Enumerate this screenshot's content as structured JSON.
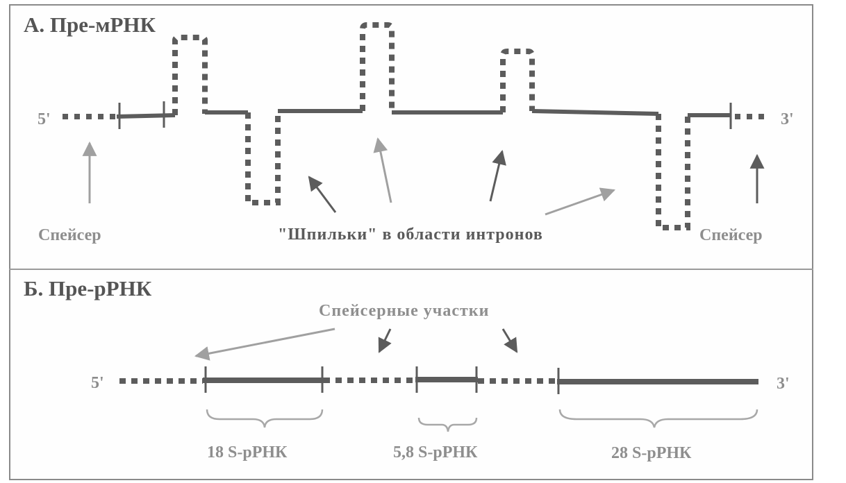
{
  "panel_a": {
    "title": "А. Пре-мРНК",
    "five_prime": "5'",
    "three_prime": "3'",
    "spacer_left": "Спейсер",
    "spacer_right": "Спейсер",
    "hairpins_caption": "\"Шпильки\" в области интронов"
  },
  "panel_b": {
    "title": "Б. Пре-рРНК",
    "five_prime": "5'",
    "three_prime": "3'",
    "spacer_regions": "Спейсерные участки",
    "segment_18s": "18 S-рРНК",
    "segment_58s": "5,8 S-рРНК",
    "segment_28s": "28 S-рРНК"
  },
  "colors": {
    "line": "#5c5c5c",
    "light_gray": "#9e9e9e",
    "frame": "#8a8a8a"
  }
}
